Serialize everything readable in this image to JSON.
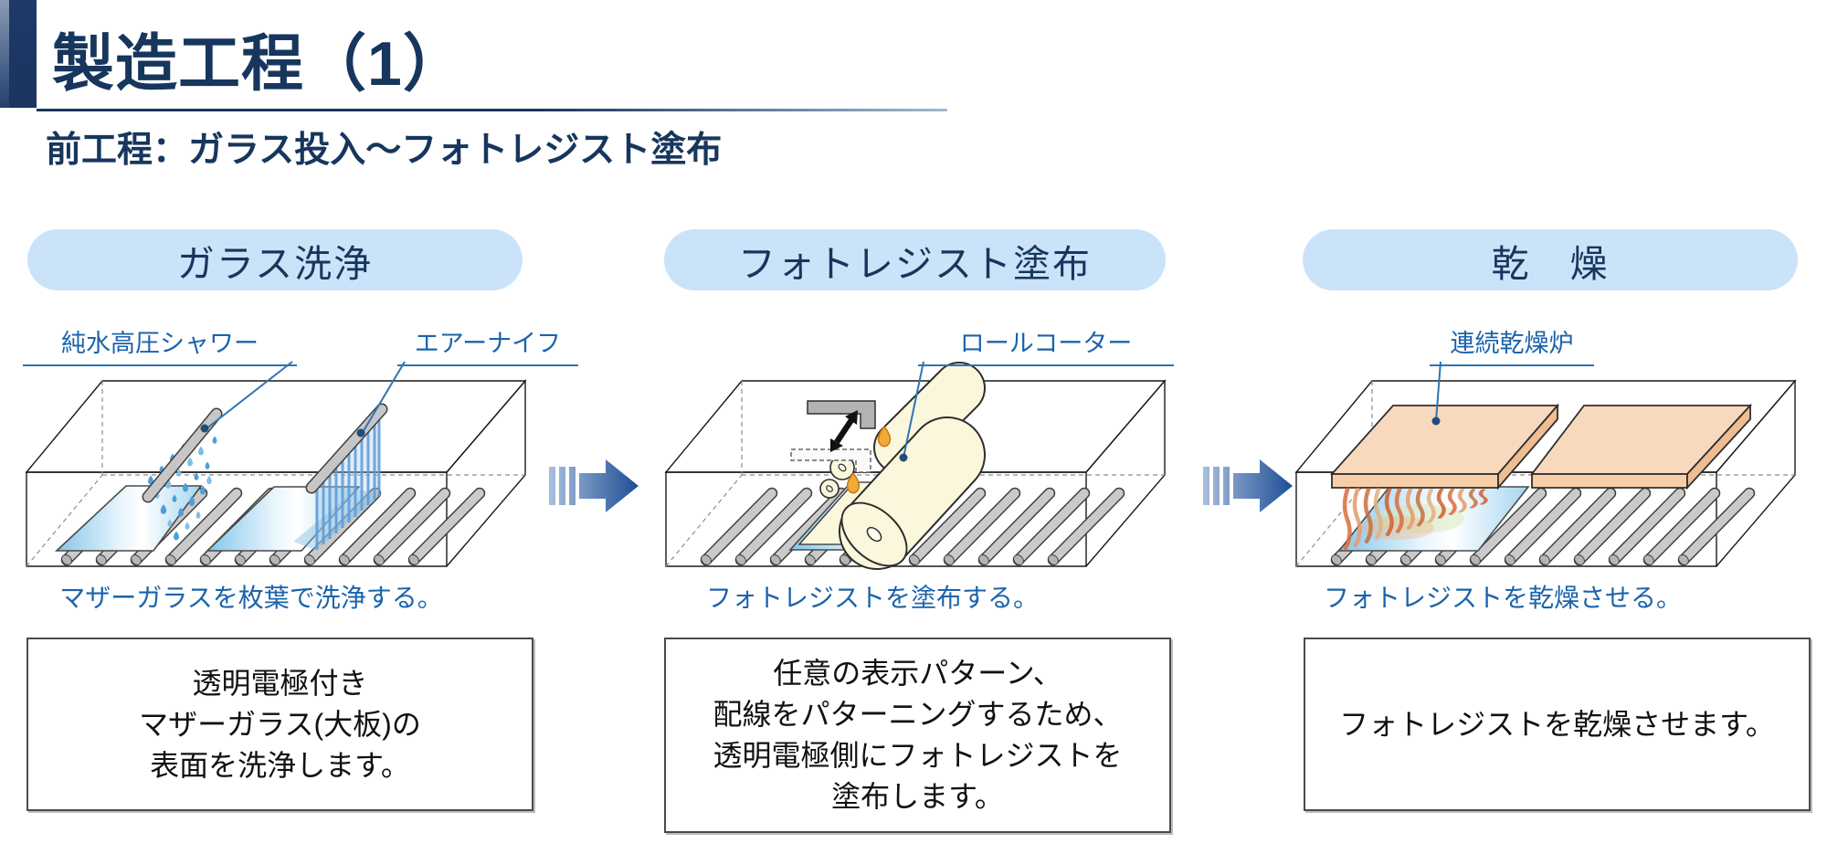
{
  "header": {
    "title": "製造工程（1）",
    "subtitle": "前工程：ガラス投入～フォトレジスト塗布"
  },
  "stages": [
    {
      "title": "ガラス洗浄",
      "equipment": [
        "純水高圧シャワー",
        "エアーナイフ"
      ],
      "caption": "マザーガラスを枚葉で洗浄する。",
      "description": [
        "透明電極付き",
        "マザーガラス(大板)の",
        "表面を洗浄します。"
      ]
    },
    {
      "title": "フォトレジスト塗布",
      "equipment": [
        "ロールコーター"
      ],
      "caption": "フォトレジストを塗布する。",
      "description": [
        "任意の表示パターン、",
        "配線をパターニングするため、",
        "透明電極側にフォトレジストを",
        "塗布します。"
      ]
    },
    {
      "title": "乾　燥",
      "equipment": [
        "連続乾燥炉"
      ],
      "caption": "フォトレジストを乾燥させる。",
      "description": [
        "フォトレジストを乾燥させます。"
      ]
    }
  ],
  "icons": [
    {
      "name": "striped-flow-arrow",
      "meaning": "process flow to next step"
    }
  ],
  "colors": {
    "title_navy": "#17365d",
    "pill_background": "#cbe3f9",
    "label_blue": "#1b63ac",
    "leader_line_blue": "#2e74b5",
    "leader_dot_navy": "#1f4e79",
    "glass_blue": "#86c5ea",
    "roller_gray": "#cacaca",
    "resist_cream": "#fbf7dc",
    "heater_peach": "#f9d9bd",
    "heat_orange": "#de6b3c",
    "water_blue": "#4d9fd6",
    "arrow_gradient_start": "#a9bfde",
    "arrow_gradient_end": "#1d4e94"
  }
}
